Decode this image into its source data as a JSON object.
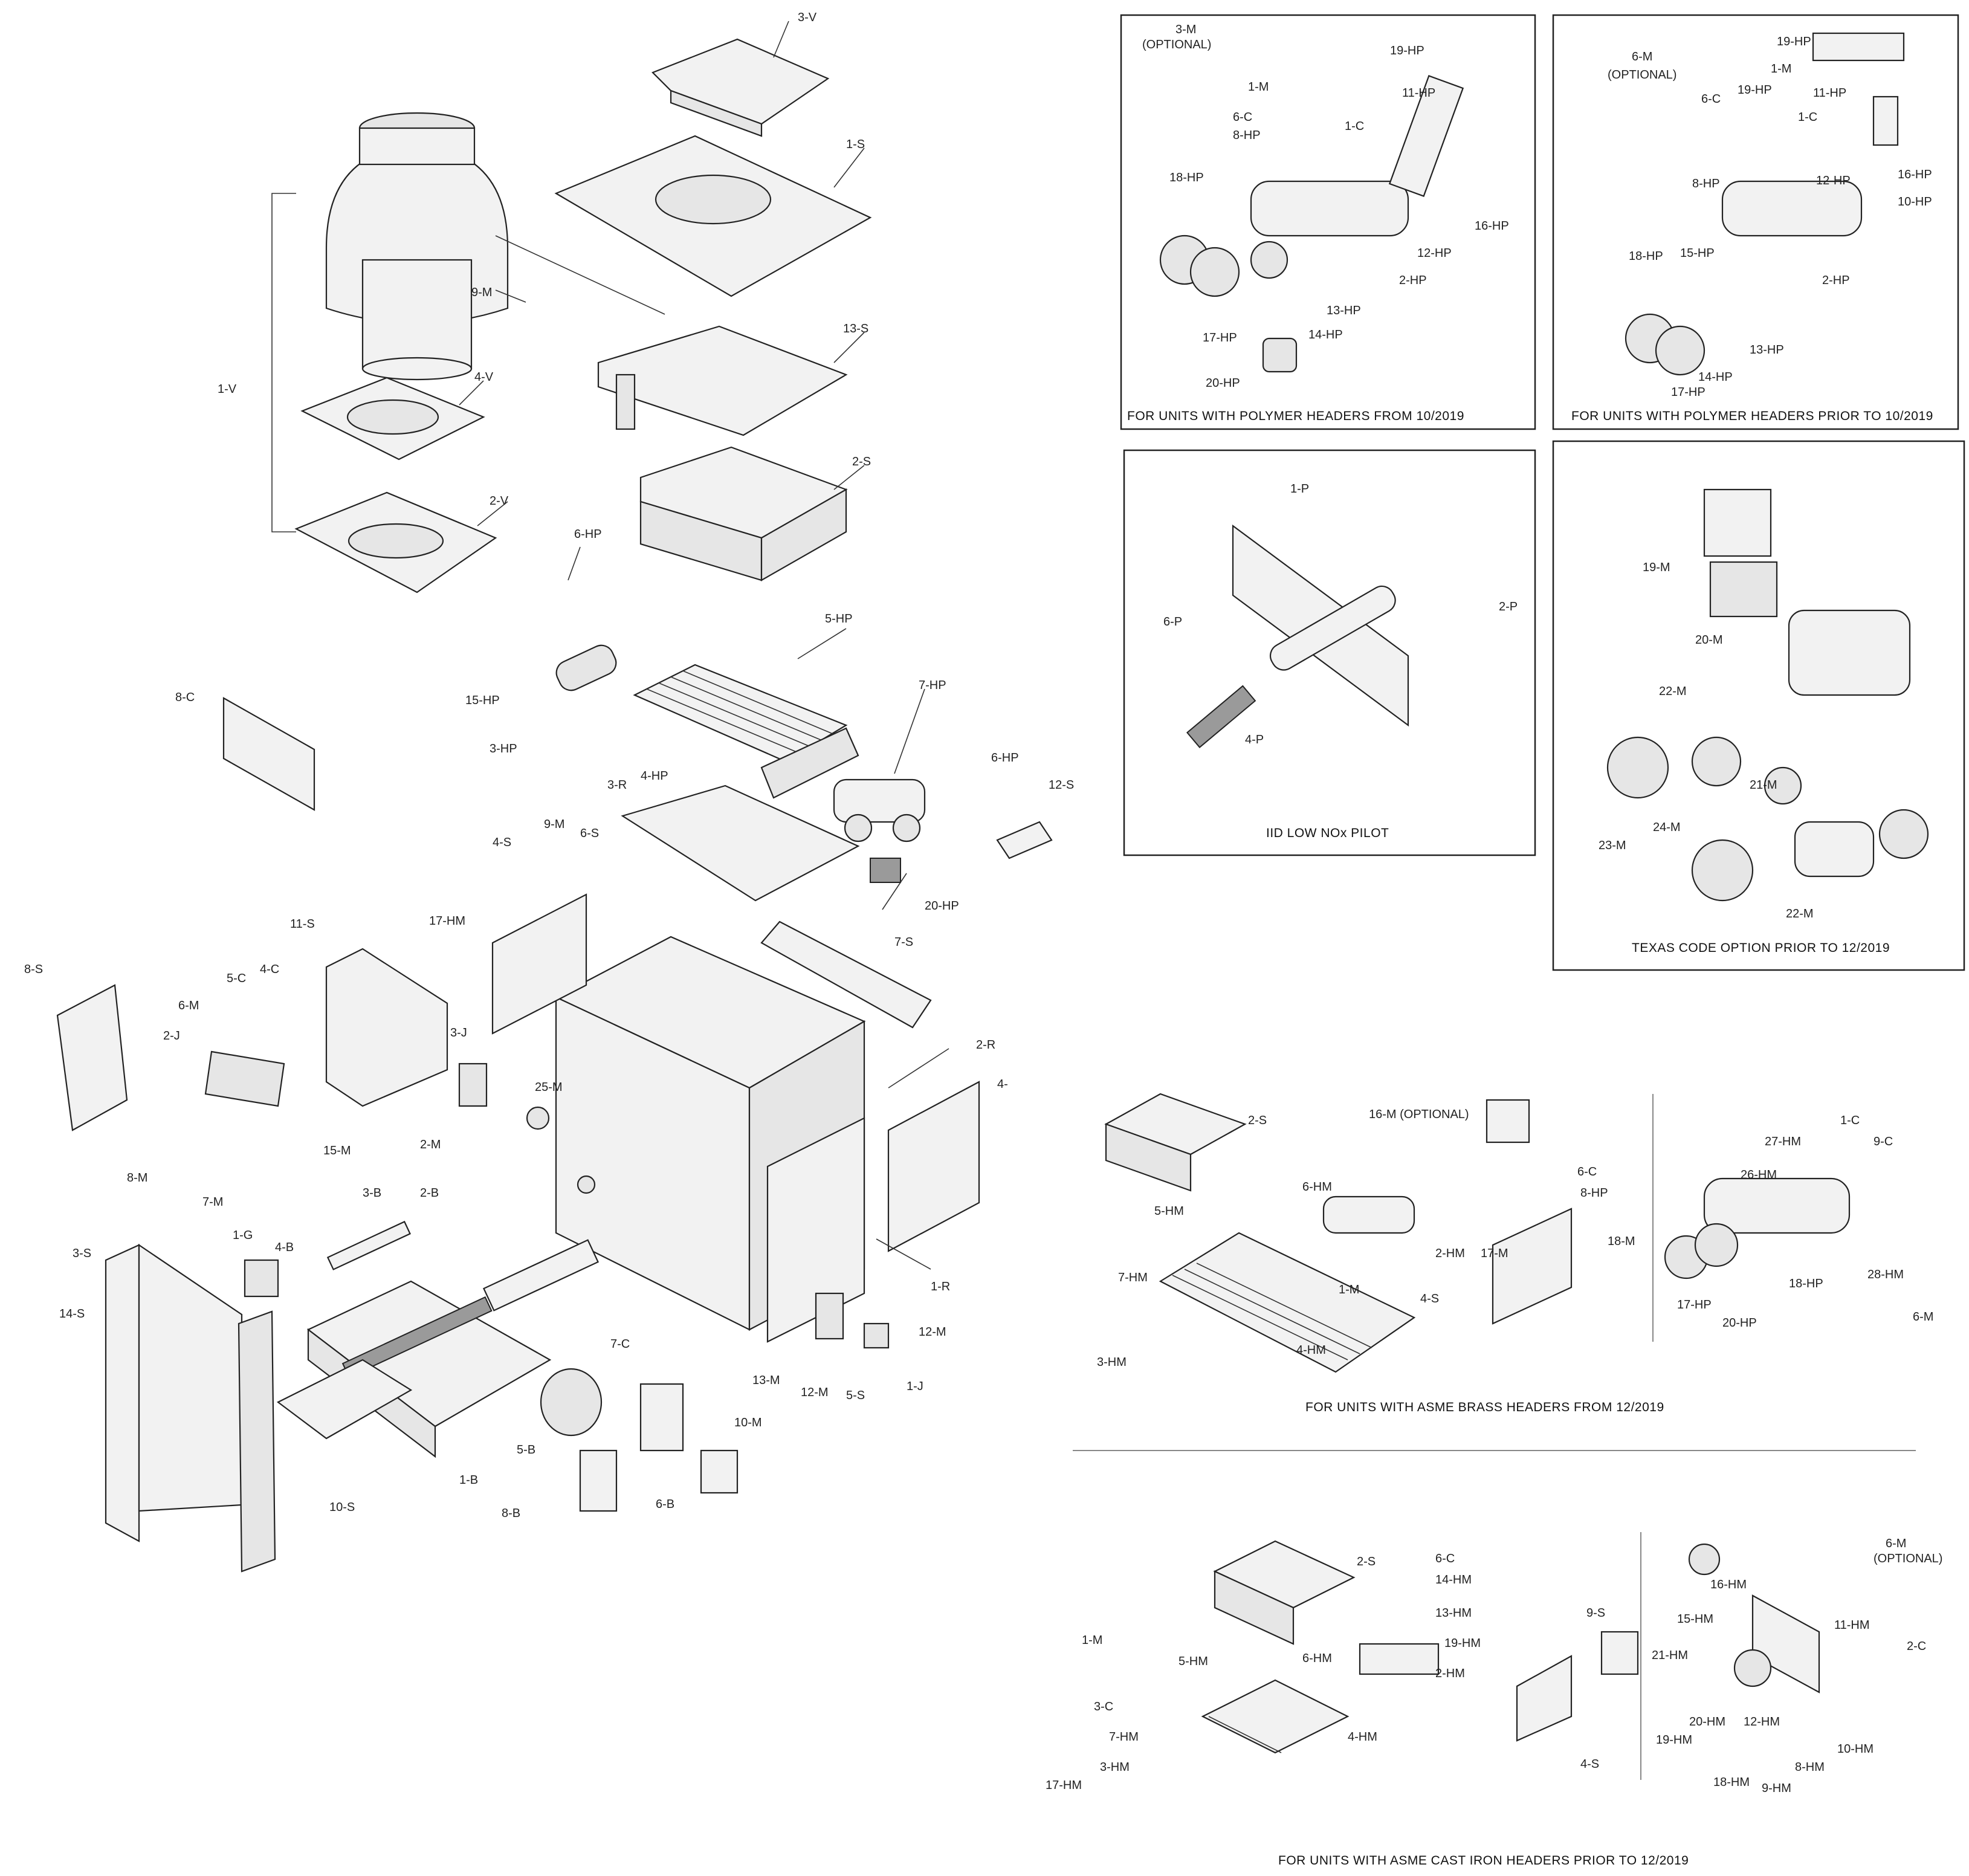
{
  "captions": [
    {
      "id": "polymer_from_2019",
      "text": "FOR UNITS WITH POLYMER HEADERS FROM 10/2019"
    },
    {
      "id": "polymer_prior_2019",
      "text": "FOR UNITS WITH POLYMER HEADERS PRIOR TO 10/2019"
    },
    {
      "id": "pilot",
      "text": "IID LOW NOx PILOT"
    },
    {
      "id": "texas",
      "text": "TEXAS CODE OPTION PRIOR TO 12/2019"
    },
    {
      "id": "asme_brass",
      "text": "FOR UNITS WITH ASME BRASS HEADERS FROM 12/2019"
    },
    {
      "id": "asme_cast_iron",
      "text": "FOR UNITS WITH ASME CAST IRON HEADERS PRIOR TO 12/2019"
    }
  ],
  "main_labels": [
    "3-V",
    "1-S",
    "9-M",
    "13-S",
    "1-V",
    "4-V",
    "2-S",
    "2-V",
    "6-HP",
    "5-HP",
    "8-C",
    "15-HP",
    "3-HP",
    "4-HP",
    "7-HP",
    "6-HP",
    "12-S",
    "3-R",
    "9-M",
    "6-S",
    "20-HP",
    "4-S",
    "17-HM",
    "11-S",
    "7-S",
    "8-S",
    "5-C",
    "4-C",
    "6-M",
    "2-J",
    "3-J",
    "2-R",
    "25-M",
    "15-M",
    "8-M",
    "7-M",
    "2-M",
    "4-",
    "3-B",
    "2-B",
    "1-G",
    "4-B",
    "3-S",
    "14-S",
    "1-R",
    "12-M",
    "7-C",
    "1-J",
    "13-M",
    "12-M",
    "5-S",
    "10-M",
    "5-B",
    "1-B",
    "10-S",
    "8-B",
    "6-B"
  ],
  "inset_polymer_new_labels": [
    "3-M",
    "(OPTIONAL)",
    "19-HP",
    "1-M",
    "11-HP",
    "6-C",
    "8-HP",
    "1-C",
    "18-HP",
    "16-HP",
    "12-HP",
    "2-HP",
    "13-HP",
    "17-HP",
    "14-HP",
    "20-HP"
  ],
  "inset_polymer_old_labels": [
    "19-HP",
    "6-M",
    "(OPTIONAL)",
    "1-M",
    "6-C",
    "19-HP",
    "11-HP",
    "1-C",
    "16-HP",
    "8-HP",
    "12-HP",
    "10-HP",
    "18-HP",
    "15-HP",
    "2-HP",
    "13-HP",
    "14-HP",
    "17-HP"
  ],
  "inset_pilot_labels": [
    "1-P",
    "2-P",
    "6-P",
    "4-P"
  ],
  "inset_texas_labels": [
    "19-M",
    "20-M",
    "22-M",
    "21-M",
    "24-M",
    "23-M",
    "22-M"
  ],
  "asme_brass_labels": [
    "2-S",
    "16-M (OPTIONAL)",
    "6-C",
    "8-HP",
    "6-HM",
    "5-HM",
    "2-HM",
    "18-M",
    "17-M",
    "7-HM",
    "1-M",
    "4-S",
    "3-HM",
    "4-HM",
    "1-C",
    "9-C",
    "27-HM",
    "26-HM",
    "17-HP",
    "18-HP",
    "28-HM",
    "20-HP",
    "6-M"
  ],
  "asme_cast_iron_labels": [
    "6-C",
    "2-S",
    "14-HM",
    "13-HM",
    "9-S",
    "1-M",
    "19-HM",
    "5-HM",
    "6-HM",
    "2-HM",
    "3-C",
    "7-HM",
    "4-HM",
    "3-HM",
    "17-HM",
    "4-S",
    "6-M",
    "(OPTIONAL)",
    "16-HM",
    "15-HM",
    "11-HM",
    "2-C",
    "21-HM",
    "12-HM",
    "19-HM",
    "20-HM",
    "10-HM",
    "8-HM",
    "18-HM",
    "9-HM"
  ]
}
